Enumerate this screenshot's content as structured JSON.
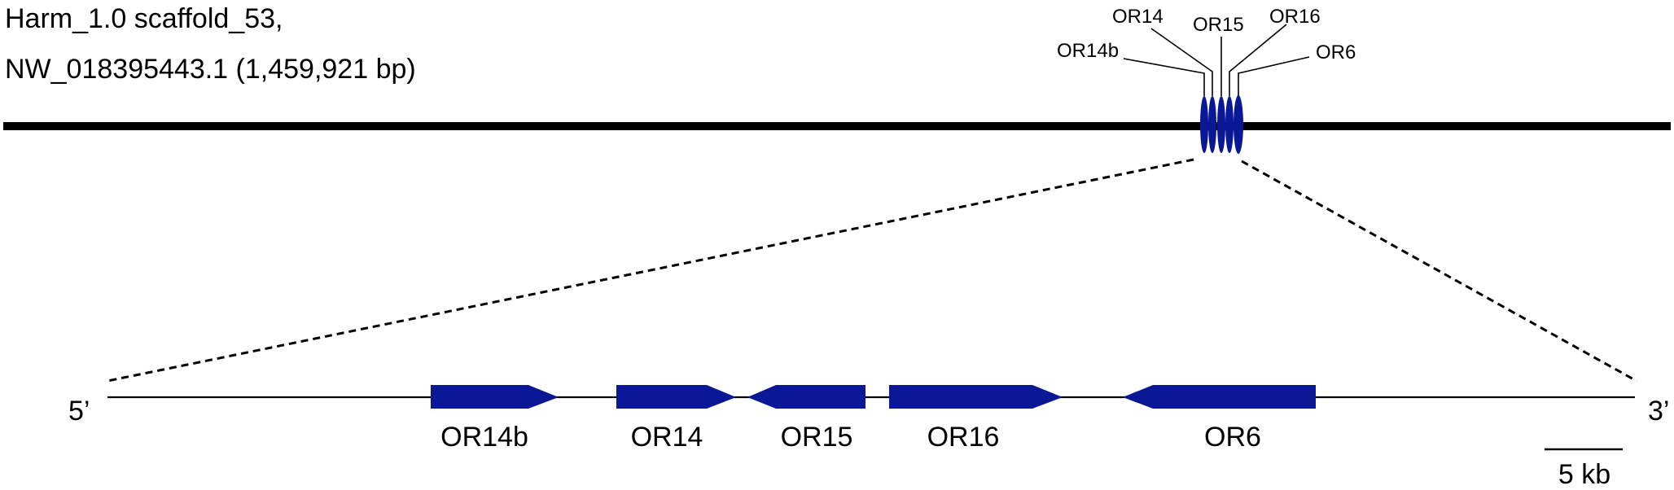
{
  "header": {
    "line1": "Harm_1.0 scaffold_53,",
    "line2": "NW_018395443.1 (1,459,921 bp)"
  },
  "scaffold_labels": {
    "or14b": "OR14b",
    "or14": "OR14",
    "or15": "OR15",
    "or16": "OR16",
    "or6": "OR6"
  },
  "zoom": {
    "end5": "5’",
    "end3": "3’",
    "scale_label": "5 kb"
  },
  "genes": [
    {
      "name": "OR14b",
      "direction": "forward"
    },
    {
      "name": "OR14",
      "direction": "forward"
    },
    {
      "name": "OR15",
      "direction": "reverse"
    },
    {
      "name": "OR16",
      "direction": "forward"
    },
    {
      "name": "OR6",
      "direction": "reverse"
    }
  ],
  "colors": {
    "gene_fill": "#0a1896",
    "line": "#000000"
  }
}
